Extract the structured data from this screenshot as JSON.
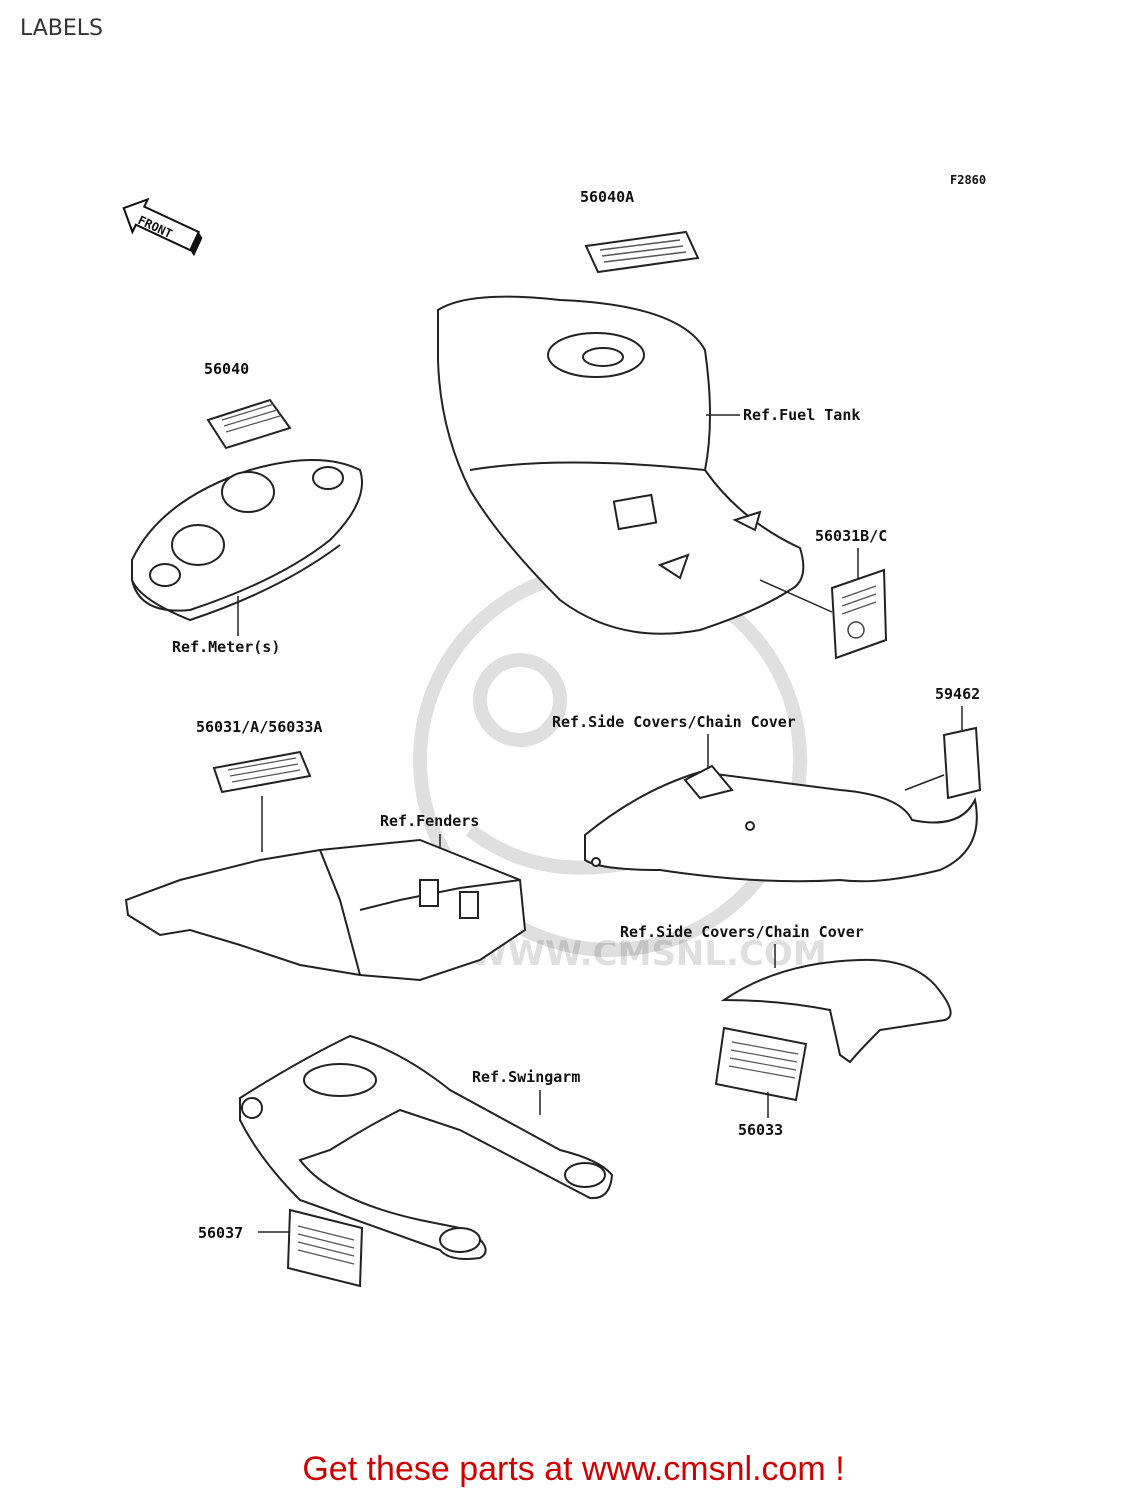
{
  "header": {
    "title": "LABELS"
  },
  "diagram": {
    "figure_code": "F2860",
    "front_arrow": "FRONT",
    "parts": {
      "p56040A": "56040A",
      "p56040": "56040",
      "p56031BC": "56031B/C",
      "p59462": "59462",
      "p56031A56033A": "56031/A/56033A",
      "p56033": "56033",
      "p56037": "56037"
    },
    "refs": {
      "fuel_tank": "Ref.Fuel Tank",
      "meters": "Ref.Meter(s)",
      "side_covers_1": "Ref.Side Covers/Chain Cover",
      "fenders": "Ref.Fenders",
      "side_covers_2": "Ref.Side Covers/Chain Cover",
      "swingarm": "Ref.Swingarm"
    },
    "watermark": "WWW.CMSNL.COM"
  },
  "footer": {
    "text": "Get these parts at www.cmsnl.com !"
  },
  "colors": {
    "footer": "#cc0000",
    "lines": "#222222"
  }
}
